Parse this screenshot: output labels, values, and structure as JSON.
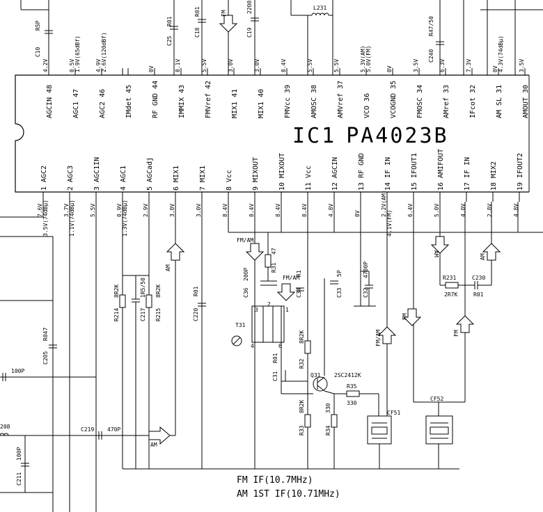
{
  "ic": {
    "ref": "IC1",
    "part": "PA4023B"
  },
  "top_pins": [
    {
      "num": "48",
      "name": "AGCIN",
      "v1": "4.2V",
      "v2": ""
    },
    {
      "num": "47",
      "name": "AGC1",
      "v1": "0.5V",
      "v2": "1.9V(65dBf)"
    },
    {
      "num": "46",
      "name": "AGC2",
      "v1": "4.9V",
      "v2": "2.6V(120dBf)"
    },
    {
      "num": "45",
      "name": "IMdet",
      "v1": "",
      "v2": ""
    },
    {
      "num": "44",
      "name": "RF GND",
      "v1": "0V",
      "v2": ""
    },
    {
      "num": "43",
      "name": "IMMIX",
      "v1": "8.1V",
      "v2": ""
    },
    {
      "num": "42",
      "name": "FMVref",
      "v1": "5.5V",
      "v2": ""
    },
    {
      "num": "41",
      "name": "MIX1",
      "v1": "3.0V",
      "v2": ""
    },
    {
      "num": "40",
      "name": "MIX1",
      "v1": "3.0V",
      "v2": ""
    },
    {
      "num": "39",
      "name": "FMVcc",
      "v1": "8.4V",
      "v2": ""
    },
    {
      "num": "38",
      "name": "AMOSC",
      "v1": "5.5V",
      "v2": ""
    },
    {
      "num": "37",
      "name": "AMVref",
      "v1": "5.5V",
      "v2": ""
    },
    {
      "num": "36",
      "name": "VCO",
      "v1": "5.3V(AM)",
      "v2": "5.0V(FM)"
    },
    {
      "num": "35",
      "name": "VCOGND",
      "v1": "0V",
      "v2": ""
    },
    {
      "num": "34",
      "name": "FMOSC",
      "v1": "3.5V",
      "v2": ""
    },
    {
      "num": "33",
      "name": "AMref",
      "v1": "6.3V",
      "v2": ""
    },
    {
      "num": "32",
      "name": "IFcot",
      "v1": "7.3V",
      "v2": ""
    },
    {
      "num": "31",
      "name": "AM SL",
      "v1": "0V",
      "v2": "4.3V(74dBμ)"
    },
    {
      "num": "30",
      "name": "AMOUT",
      "v1": "3.5V",
      "v2": ""
    }
  ],
  "bottom_pins": [
    {
      "num": "1",
      "name": "AGC2",
      "v1": "7.6V",
      "v2": "3.5V(74dBμ)"
    },
    {
      "num": "2",
      "name": "AGC3",
      "v1": "3.7V",
      "v2": "1.1V(74dBμ)"
    },
    {
      "num": "3",
      "name": "AGC1IN",
      "v1": "5.5V",
      "v2": ""
    },
    {
      "num": "4",
      "name": "AGC1",
      "v1": "0.9V",
      "v2": "1.3V(74dBμ)"
    },
    {
      "num": "5",
      "name": "AGCadj",
      "v1": "2.9V",
      "v2": ""
    },
    {
      "num": "6",
      "name": "MIX1",
      "v1": "3.0V",
      "v2": ""
    },
    {
      "num": "7",
      "name": "MIX1",
      "v1": "3.0V",
      "v2": ""
    },
    {
      "num": "8",
      "name": "Vcc",
      "v1": "8.4V",
      "v2": ""
    },
    {
      "num": "9",
      "name": "MIXOUT",
      "v1": "8.4V",
      "v2": ""
    },
    {
      "num": "10",
      "name": "MIXOUT",
      "v1": "8.4V",
      "v2": ""
    },
    {
      "num": "11",
      "name": "Vcc",
      "v1": "8.4V",
      "v2": ""
    },
    {
      "num": "12",
      "name": "AGCIN",
      "v1": "4.8V",
      "v2": ""
    },
    {
      "num": "13",
      "name": "RF GND",
      "v1": "0V",
      "v2": ""
    },
    {
      "num": "14",
      "name": "IF IN",
      "v1": "2.2V(AM)",
      "v2": "4.1V(FM)"
    },
    {
      "num": "15",
      "name": "IFOUT1",
      "v1": "6.4V",
      "v2": ""
    },
    {
      "num": "16",
      "name": "AMIFOUT",
      "v1": "5.0V",
      "v2": ""
    },
    {
      "num": "17",
      "name": "IF IN",
      "v1": "4.0V",
      "v2": ""
    },
    {
      "num": "18",
      "name": "MIX2",
      "v1": "2.8V",
      "v2": ""
    },
    {
      "num": "19",
      "name": "IFOUT2",
      "v1": "4.8V",
      "v2": ""
    }
  ],
  "components": {
    "c10": "C10",
    "r5p": "R5P",
    "r01a": "R01",
    "c25": "C25",
    "r01b": "R01",
    "c18": "C18",
    "c19": "C19",
    "c19v": "2200",
    "l231": "L231",
    "c240": "C240",
    "r47_50": "R47/50",
    "r214": "R214",
    "r214v": "8R2K",
    "c217": "C217",
    "c217v": "1R5/50",
    "r215": "R215",
    "r215v": "8R2K",
    "c220": "C220",
    "c220v": "R01",
    "c205": "C205",
    "r047": "R047",
    "c100p_a": "100P",
    "l208": "208",
    "c219": "C219",
    "c219v": "470P",
    "c211": "C211",
    "c211v": "100P",
    "c36": "C36",
    "c36v": "200P",
    "r31": "R31",
    "r31v": "47",
    "c34": "C34",
    "c34v": "R1",
    "c33": "C33",
    "c33v": "5P",
    "c32": "C32",
    "c32v": "4700P",
    "r231": "R231",
    "r231v": "2R7K",
    "c230": "C230",
    "c230v": "R01",
    "t31": "T31",
    "r32": "R32",
    "r32v": "8R2K",
    "c31": "C31",
    "c31v": "R01",
    "q31": "Q31",
    "q31v": "2SC2412K",
    "r35": "R35",
    "r35v": "330",
    "r33": "R33",
    "r33v": "8R2K",
    "r34": "R34",
    "r34v": "330",
    "cf51": "CF51",
    "cf52": "CF52"
  },
  "signals": {
    "fm": "FM",
    "am": "AM",
    "fmam": "FM/AM",
    "t_1": "1",
    "t_2": "2",
    "t_3": "3",
    "t_4": "4",
    "t_6": "6"
  },
  "notes": {
    "line1": "FM IF(10.7MHz)",
    "line2": "AM 1ST IF(10.71MHz)"
  }
}
